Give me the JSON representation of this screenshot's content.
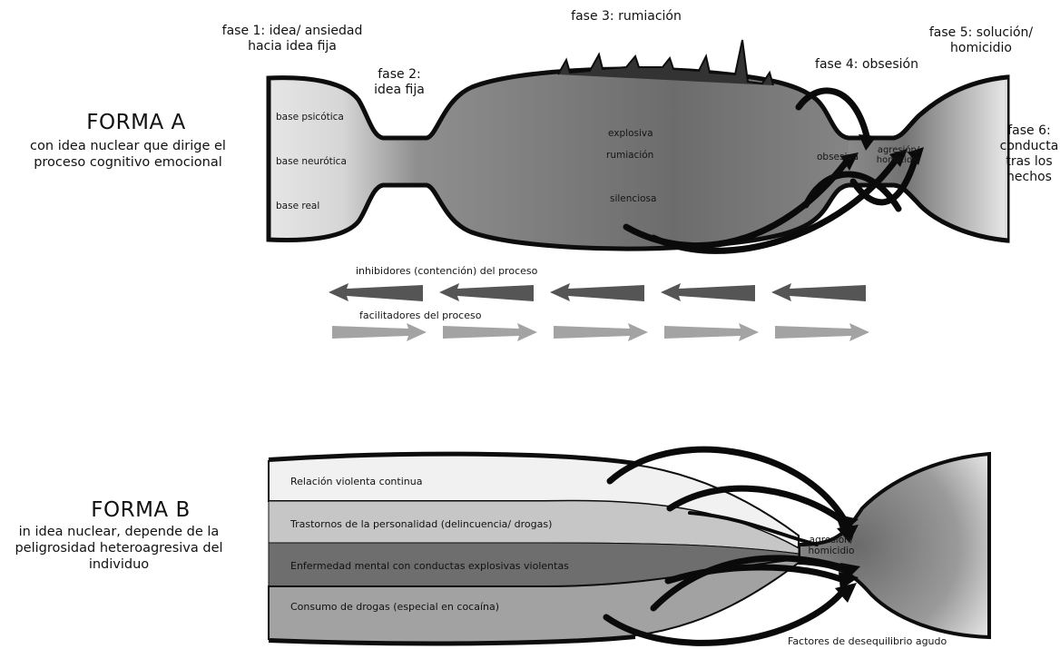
{
  "forma_a": {
    "title": "FORMA A",
    "subtitle_line1": "con idea nuclear que dirige el",
    "subtitle_line2": "proceso cognitivo emocional",
    "phases": {
      "fase1_line1": "fase 1: idea/ ansiedad",
      "fase1_line2": "hacia idea fija",
      "fase2_line1": "fase 2:",
      "fase2_line2": "idea fija",
      "fase3": "fase 3: rumiación",
      "fase4": "fase 4: obsesión",
      "fase5_line1": "fase 5: solución/",
      "fase5_line2": "homicidio",
      "fase6_line1": "fase 6:",
      "fase6_line2": "conducta",
      "fase6_line3": "tras los",
      "fase6_line4": "hechos"
    },
    "bases": [
      "base psicótica",
      "base neurótica",
      "base real"
    ],
    "types": [
      "explosiva",
      "rumiación",
      "silenciosa"
    ],
    "obsesiva": "obsesiva",
    "outcome_line1": "agresión/",
    "outcome_line2": "homicidio",
    "inhibitors_label": "inhibidores (contención) del proceso",
    "facilitators_label": "facilitadores del proceso",
    "arrow_count": 5
  },
  "forma_b": {
    "title": "FORMA B",
    "subtitle_line1": "in idea nuclear, depende de la",
    "subtitle_line2": "peligrosidad heteroagresiva del",
    "subtitle_line3": "individuo",
    "bands": [
      "Relación violenta continua",
      "Trastornos de la personalidad (delincuencia/ drogas)",
      "Enfermedad mental con conductas explosivas violentas",
      "Consumo de drogas (especial en cocaína)"
    ],
    "outcome_line1": "agresión/",
    "outcome_line2": "homicidio",
    "factors_label": "Factores de desequilibrio agudo"
  },
  "colors": {
    "shell_outline": "#0d0d0d",
    "body_dark": "#6b6b6b",
    "body_light": "#e4e4e4",
    "inhibitor_arrow": "#555555",
    "facilitator_arrow": "#a3a3a3",
    "band1": "#f1f1f1",
    "band2": "#c6c6c6",
    "band3": "#6e6e6e",
    "band4": "#a2a2a2"
  }
}
